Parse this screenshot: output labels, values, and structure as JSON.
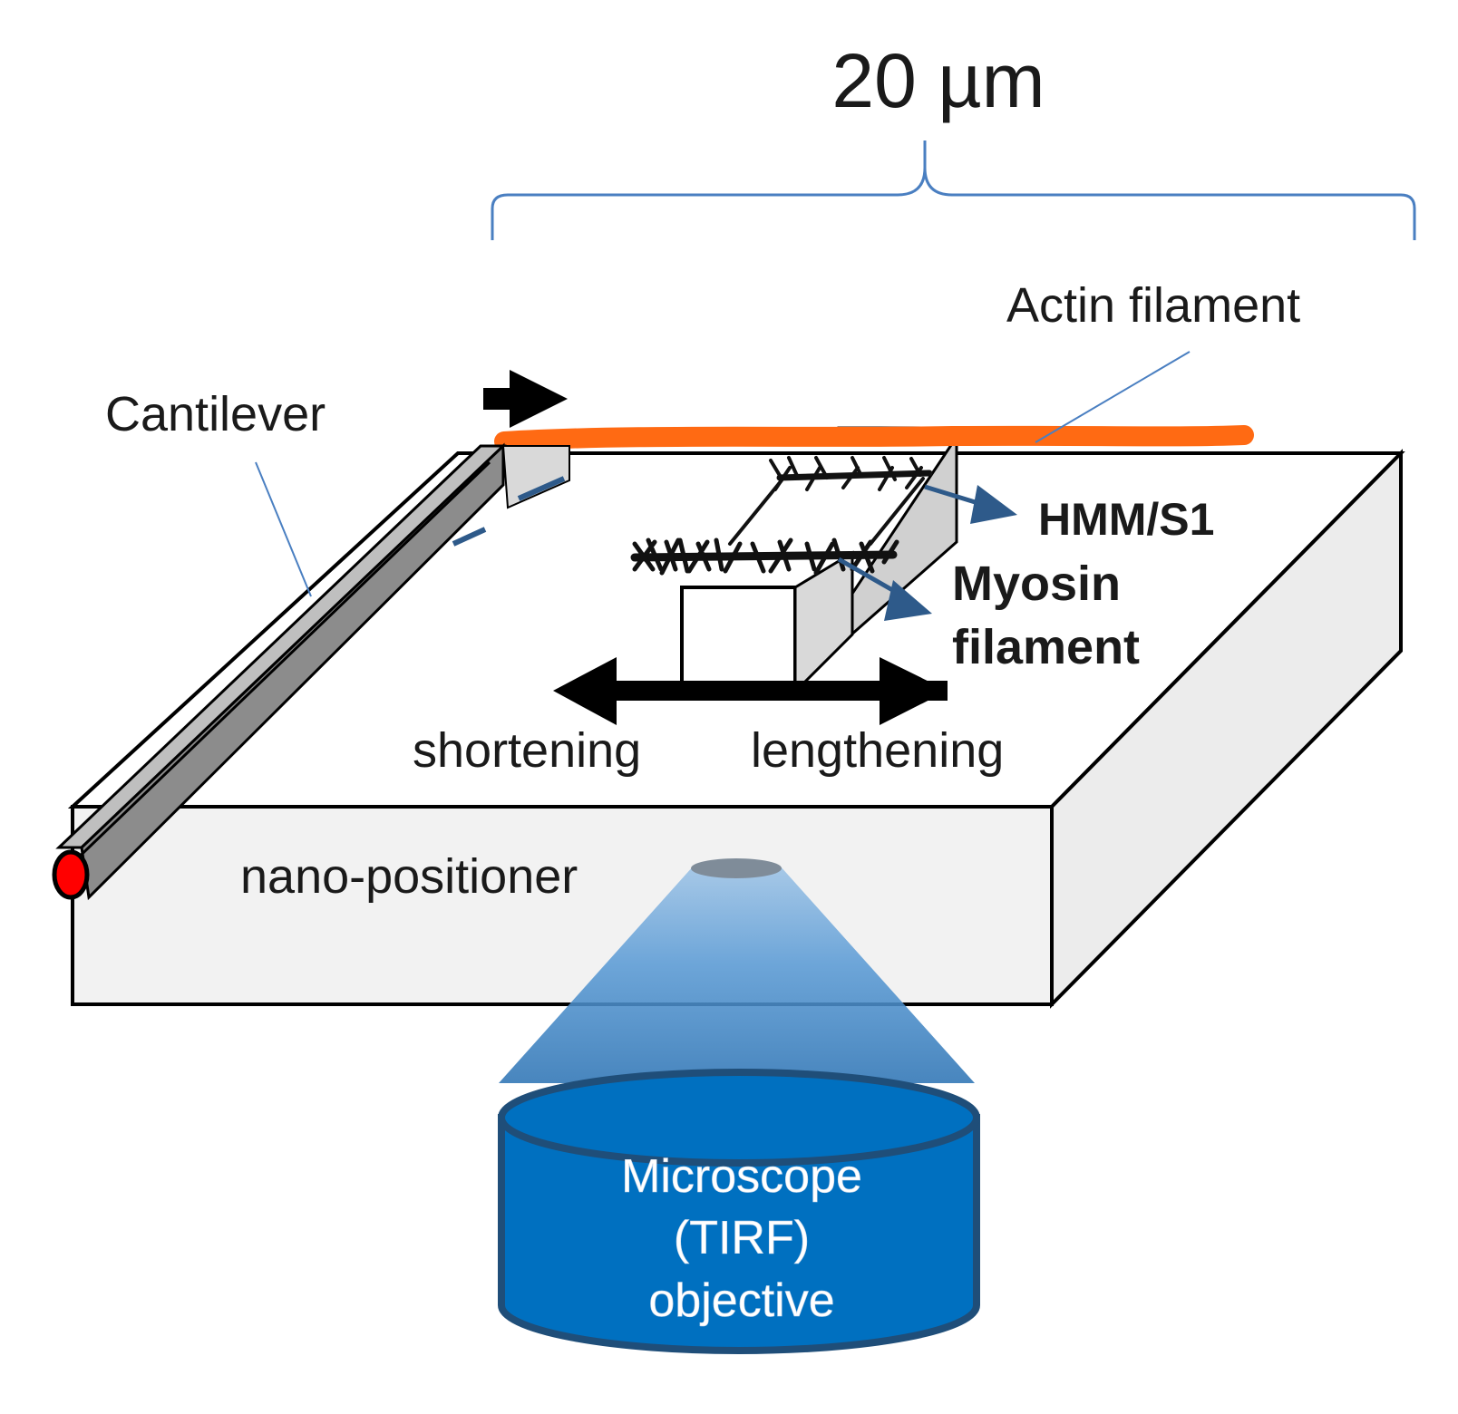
{
  "scale_label": "20 µm",
  "labels": {
    "actin": "Actin filament",
    "cantilever": "Cantilever",
    "hmm": "HMM/S1",
    "myosin_line1": "Myosin",
    "myosin_line2": "filament",
    "shortening": "shortening",
    "lengthening": "lengthening",
    "positioner": "nano-positioner",
    "objective_line1": "Microscope",
    "objective_line2": "(TIRF)",
    "objective_line3": "objective"
  },
  "colors": {
    "bracket": "#4a7fc1",
    "actin": "#ff6a13",
    "pointer_arrow": "#2e5a8a",
    "objective_fill": "#0070c0",
    "objective_edge": "#1f4e79",
    "light_cone": "#5b9bd5",
    "cantilever_tip": "#ff0000"
  }
}
